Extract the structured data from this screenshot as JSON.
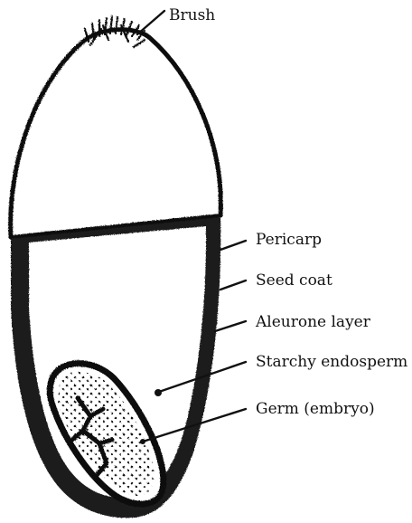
{
  "labels": {
    "brush": "Brush",
    "pericarp": "Pericarp",
    "seed_coat": "Seed coat",
    "aleurone_layer": "Aleurone layer",
    "starchy_endosperm": "Starchy endosperm",
    "germ": "Germ (embryo)"
  },
  "colors": {
    "ink": "#111111",
    "background": "#ffffff"
  }
}
